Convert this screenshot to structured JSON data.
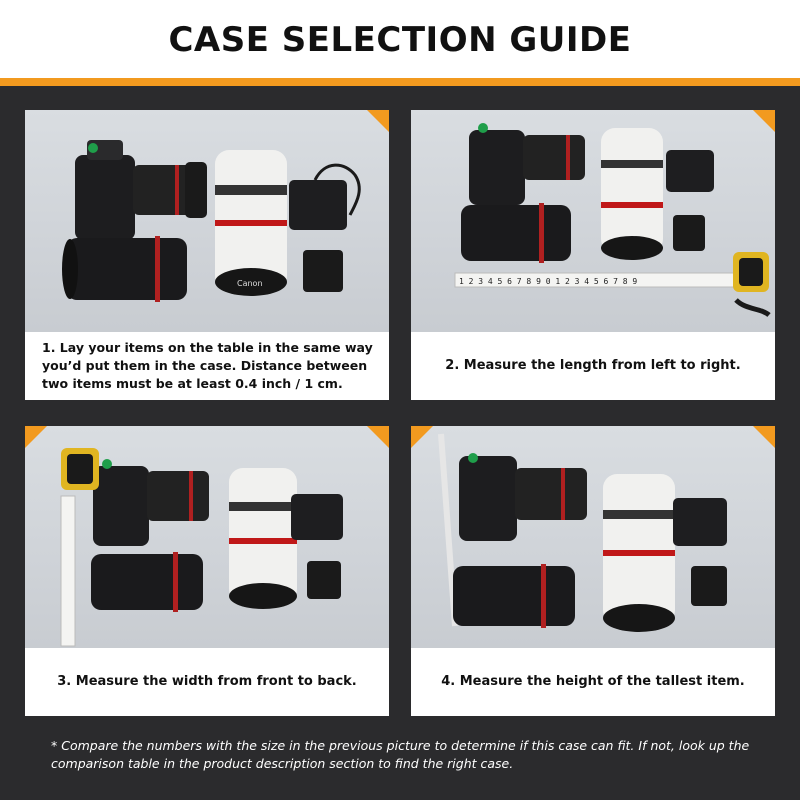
{
  "header": {
    "title": "CASE SELECTION GUIDE"
  },
  "colors": {
    "accent": "#f29a1f",
    "background": "#2b2b2d",
    "card": "#ffffff"
  },
  "steps": [
    {
      "caption": "1. Lay your items on the table in the same way you’d put them in the case. Distance between two items must be at least 0.4 inch / 1 cm."
    },
    {
      "caption": "2. Measure the length from left to right."
    },
    {
      "caption": "3. Measure the width from front to back."
    },
    {
      "caption": "4. Measure the height of the tallest item."
    }
  ],
  "photo_text": {
    "brand": "Canon",
    "tape_digits": "1 2 3 4 5 6 7 8 9 0 1 2 3 4 5 6 7 8 9"
  },
  "footnote": "* Compare the numbers with the size in the previous picture to determine if this case can fit. If not, look up the comparison table in the product description section to find the right case."
}
